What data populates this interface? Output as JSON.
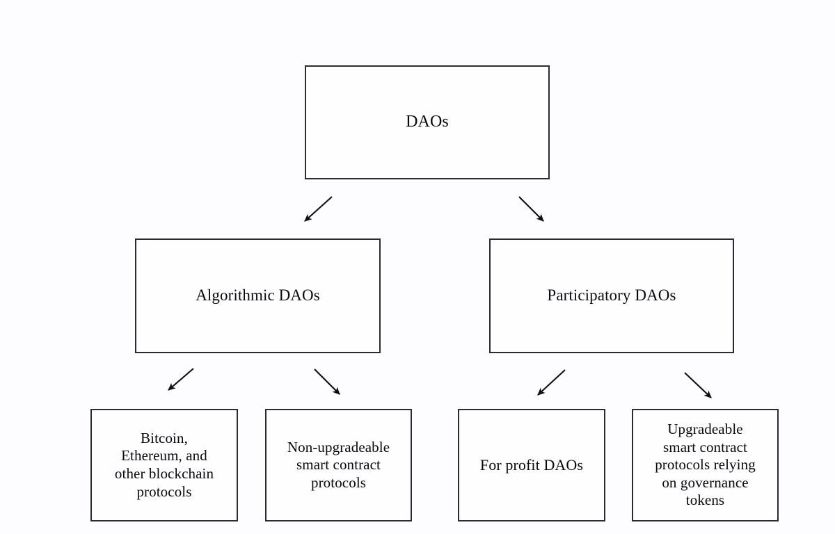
{
  "diagram": {
    "type": "hierarchy-tree",
    "title": "DAOs",
    "background_color": "#fdfcfe",
    "box_border_color": "#2b2b33",
    "text_color": "#0a0a0a",
    "levels": 3
  },
  "nodes": {
    "root": {
      "label": "DAOs"
    },
    "level2": [
      {
        "id": "algorithmic",
        "label": "Algorithmic DAOs"
      },
      {
        "id": "participatory",
        "label": "Participatory DAOs"
      }
    ],
    "level3": [
      {
        "id": "blockchain-protocols",
        "label": "Bitcoin,\nEthereum, and\nother blockchain\nprotocols"
      },
      {
        "id": "non-upgradeable",
        "label": "Non-upgradeable\nsmart contract\nprotocols"
      },
      {
        "id": "for-profit",
        "label": "For profit DAOs"
      },
      {
        "id": "upgradeable",
        "label": "Upgradeable\nsmart contract\nprotocols relying\non governance\ntokens"
      }
    ]
  },
  "edges": [
    {
      "id": "root-to-algorithmic",
      "from": "root",
      "to": "algorithmic",
      "direction": "down-left"
    },
    {
      "id": "root-to-participatory",
      "from": "root",
      "to": "participatory",
      "direction": "down-right"
    },
    {
      "id": "algorithmic-to-blockchain-protocols",
      "from": "algorithmic",
      "to": "blockchain-protocols",
      "direction": "down-left"
    },
    {
      "id": "algorithmic-to-non-upgradeable",
      "from": "algorithmic",
      "to": "non-upgradeable",
      "direction": "down-right"
    },
    {
      "id": "participatory-to-for-profit",
      "from": "participatory",
      "to": "for-profit",
      "direction": "down-left"
    },
    {
      "id": "participatory-to-upgradeable",
      "from": "participatory",
      "to": "upgradeable",
      "direction": "down-right"
    }
  ]
}
